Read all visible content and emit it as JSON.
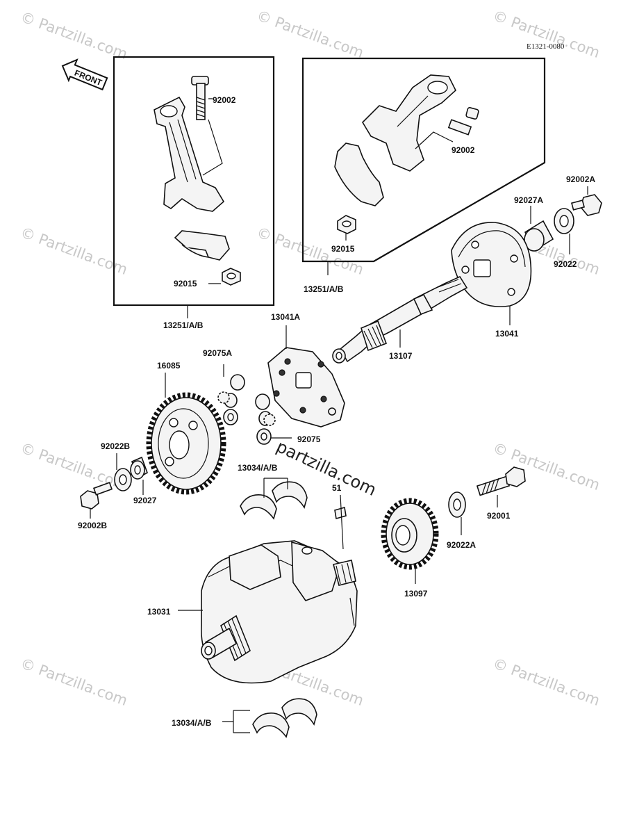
{
  "diagram_code": "E1321-0080",
  "front_label": "FRONT",
  "brand_watermark": "partzilla.com",
  "watermark_text": "© Partzilla.com",
  "callouts": {
    "bolt_92002_left": "92002",
    "nut_92015_left": "92015",
    "rod_13251_left": "13251/A/B",
    "bolt_92002_right": "92002",
    "nut_92015_right": "92015",
    "rod_13251_right": "13251/A/B",
    "bolt_92002A": "92002A",
    "spacer_92027A": "92027A",
    "washer_92022": "92022",
    "flange_13041": "13041",
    "shaft_13107": "13107",
    "plate_13041A": "13041A",
    "damper_92075A": "92075A",
    "damper_92075": "92075",
    "gear_16085": "16085",
    "washer_92022B": "92022B",
    "spacer_92027": "92027",
    "bolt_92002B": "92002B",
    "bearing_13034_mid": "13034/A/B",
    "key_51": "51",
    "bolt_92001": "92001",
    "washer_92022A": "92022A",
    "gear_13097": "13097",
    "crank_13031": "13031",
    "bearing_13034_bottom": "13034/A/B"
  }
}
